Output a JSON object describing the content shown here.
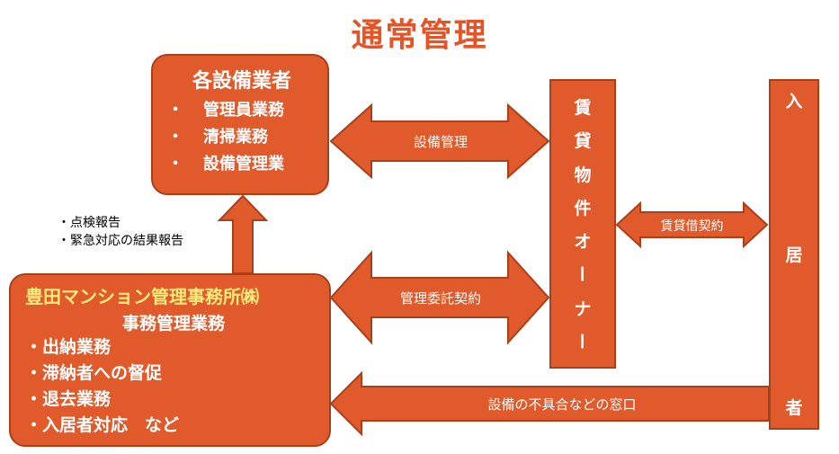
{
  "title": "通常管理",
  "contractors": {
    "heading": "各設備業者",
    "items": [
      {
        "bullet": "・",
        "text": "管理員業務"
      },
      {
        "bullet": "・",
        "text": "清掃業務"
      },
      {
        "bullet": "・",
        "text": "設備管理業"
      }
    ]
  },
  "management": {
    "company": "豊田マンション管理事務所㈱",
    "subheading": "事務管理業務",
    "items": [
      "・出納業務",
      "・滞納者への督促",
      "・退去業務",
      "・入居者対応　など"
    ]
  },
  "owner": {
    "chars": [
      "賃",
      "貸",
      "物",
      "件",
      "オ",
      "ー",
      "ナ",
      "ー"
    ]
  },
  "tenant": {
    "chars": [
      "入",
      "居",
      "者"
    ]
  },
  "arrows": {
    "facility": "設備管理",
    "consignment": "管理委託契約",
    "lease": "賃貸借契約",
    "window": "設備の不具合などの窓口"
  },
  "reports": [
    "・点検報告",
    "・緊急対応の結果報告"
  ],
  "colors": {
    "fill": "#E05A2B",
    "border": "#A8401B",
    "title": "#E65325",
    "company": "#FFEA7A"
  }
}
